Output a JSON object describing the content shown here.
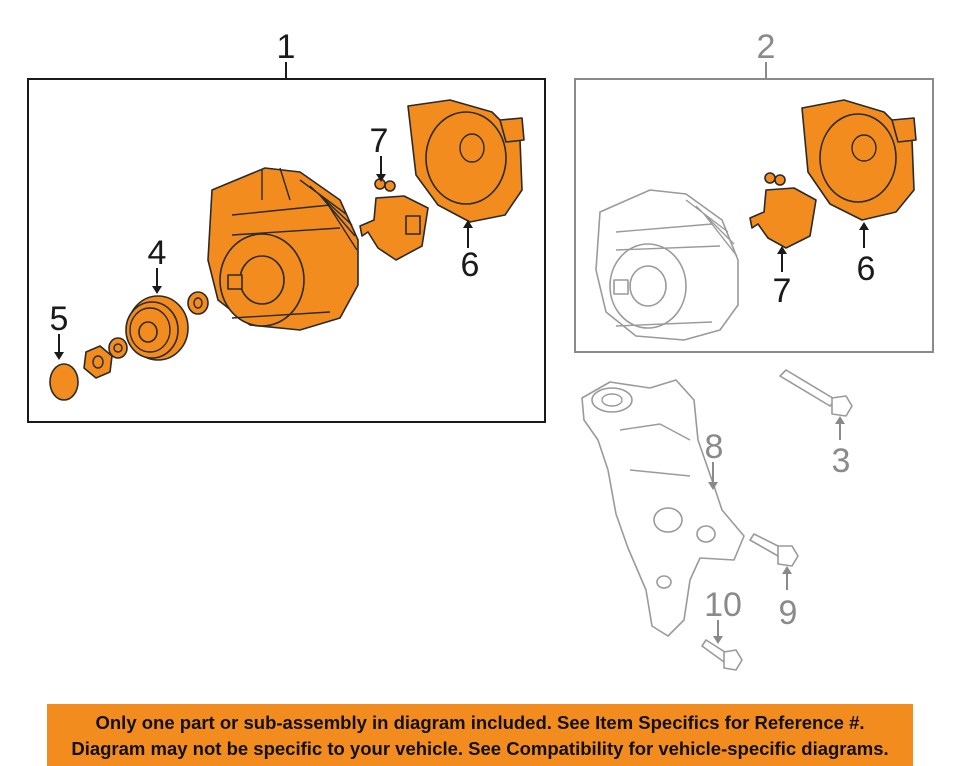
{
  "callouts": {
    "c1": "1",
    "c2": "2",
    "c3": "3",
    "c4": "4",
    "c5": "5",
    "c6a": "6",
    "c6b": "6",
    "c7a": "7",
    "c7b": "7",
    "c8": "8",
    "c9": "9",
    "c10": "10"
  },
  "notice": {
    "line1": "Only one part or sub-assembly in diagram included. See Item Specifics for Reference #.",
    "line2": "Diagram may not be specific to your vehicle. See Compatibility for vehicle-specific diagrams."
  },
  "colors": {
    "highlight": "#f28c1e",
    "outline": "#1a1a1a",
    "ghost": "#9a9a9a",
    "banner": "#f28c1e"
  }
}
